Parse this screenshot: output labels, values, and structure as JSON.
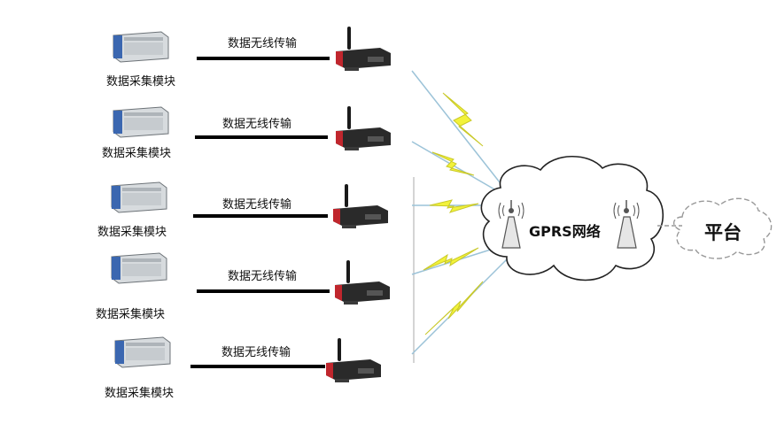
{
  "rows": [
    {
      "module_label": "数据采集模块",
      "link_label": "数据无线传输"
    },
    {
      "module_label": "数据采集模块",
      "link_label": "数据无线传输"
    },
    {
      "module_label": "数据采集模块",
      "link_label": "数据无线传输"
    },
    {
      "module_label": "数据采集模块",
      "link_label": "数据无线传输"
    },
    {
      "module_label": "数据采集模块",
      "link_label": "数据无线传输"
    }
  ],
  "network": {
    "label": "GPRS网络"
  },
  "platform": {
    "label": "平台"
  },
  "colors": {
    "lightning": "#f2f23a",
    "lightning_stroke": "#c9c92a",
    "signal_line": "#9cc3d8",
    "device_body": "#bfc4c8",
    "device_accent": "#3b67b0",
    "router_body": "#2a2a2a",
    "router_red": "#c0262d"
  }
}
